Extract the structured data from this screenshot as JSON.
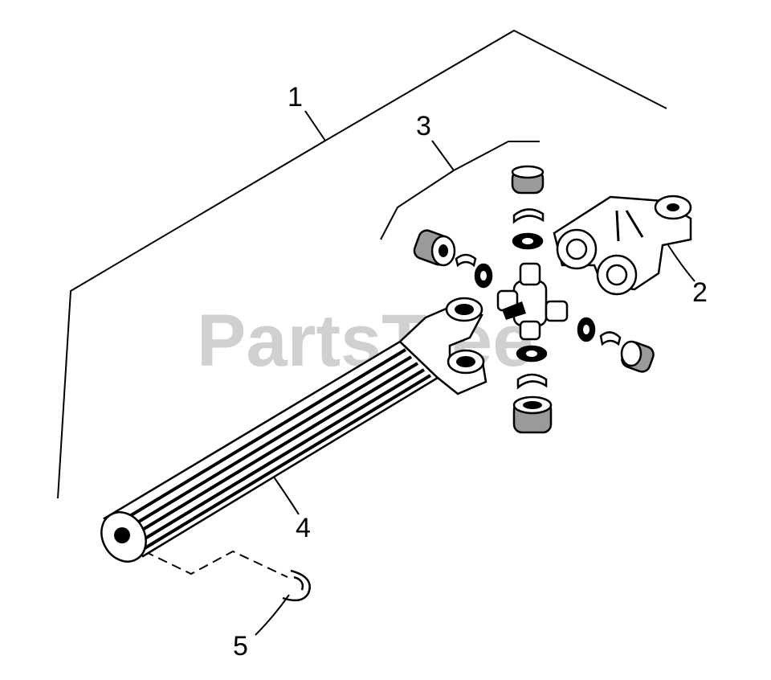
{
  "watermark": "PartsTree",
  "callouts": [
    {
      "id": "1",
      "label": "1"
    },
    {
      "id": "2",
      "label": "2"
    },
    {
      "id": "3",
      "label": "3"
    },
    {
      "id": "4",
      "label": "4"
    },
    {
      "id": "5",
      "label": "5"
    }
  ],
  "colors": {
    "line": "#000000",
    "part_fill": "#ffffff",
    "shade": "#9a9a9a",
    "watermark": "#d0d0d0"
  }
}
